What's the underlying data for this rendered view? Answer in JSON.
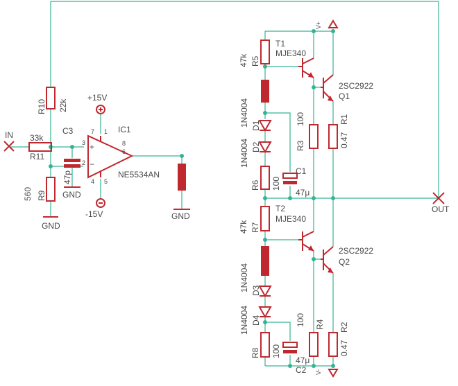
{
  "labels": {
    "in": "IN",
    "out": "OUT",
    "r10": "R10",
    "r10_val": "22k",
    "r11": "R11",
    "r11_val": "33k",
    "r9": "R9",
    "r9_val": "560",
    "c3": "C3",
    "c3_val": "47p",
    "ic1": "IC1",
    "ic1_val": "NE5534AN",
    "p15": "+15V",
    "m15": "-15V",
    "gnd_r9": "GND",
    "gnd_c3": "GND",
    "gnd_out": "GND",
    "pin7": "7",
    "pin1": "1",
    "pin8": "8",
    "pin3": "3",
    "pin2": "2",
    "pin6": "6",
    "pin4": "4",
    "pin5": "5",
    "plus": "+",
    "minus": "−",
    "vplus": "V+",
    "vminus": "V-",
    "t1": "T1",
    "t1_val": "MJE340",
    "t2": "T2",
    "t2_val": "MJE340",
    "q1": "Q1",
    "q1_val": "2SC2922",
    "q2": "Q2",
    "q2_val": "2SC2922",
    "r5": "R5",
    "r5_val": "47k",
    "r7": "R7",
    "r7_val": "47k",
    "d1": "D1",
    "d1_val": "1N4004",
    "d2": "D2",
    "d2_val": "1N4004",
    "d3": "D3",
    "d3_val": "1N4004",
    "d4": "D4",
    "d4_val": "1N4004",
    "r6": "R6",
    "r6_val": "100",
    "r8": "R8",
    "r8_val": "100",
    "r3": "R3",
    "r3_val": "100",
    "r4": "R4",
    "r4_val": "100",
    "r1": "R1",
    "r1_val": "0.47",
    "r2": "R2",
    "r2_val": "0.47",
    "c1": "C1",
    "c1_val": "47μ",
    "c2": "C2",
    "c2_val": "47μ"
  }
}
